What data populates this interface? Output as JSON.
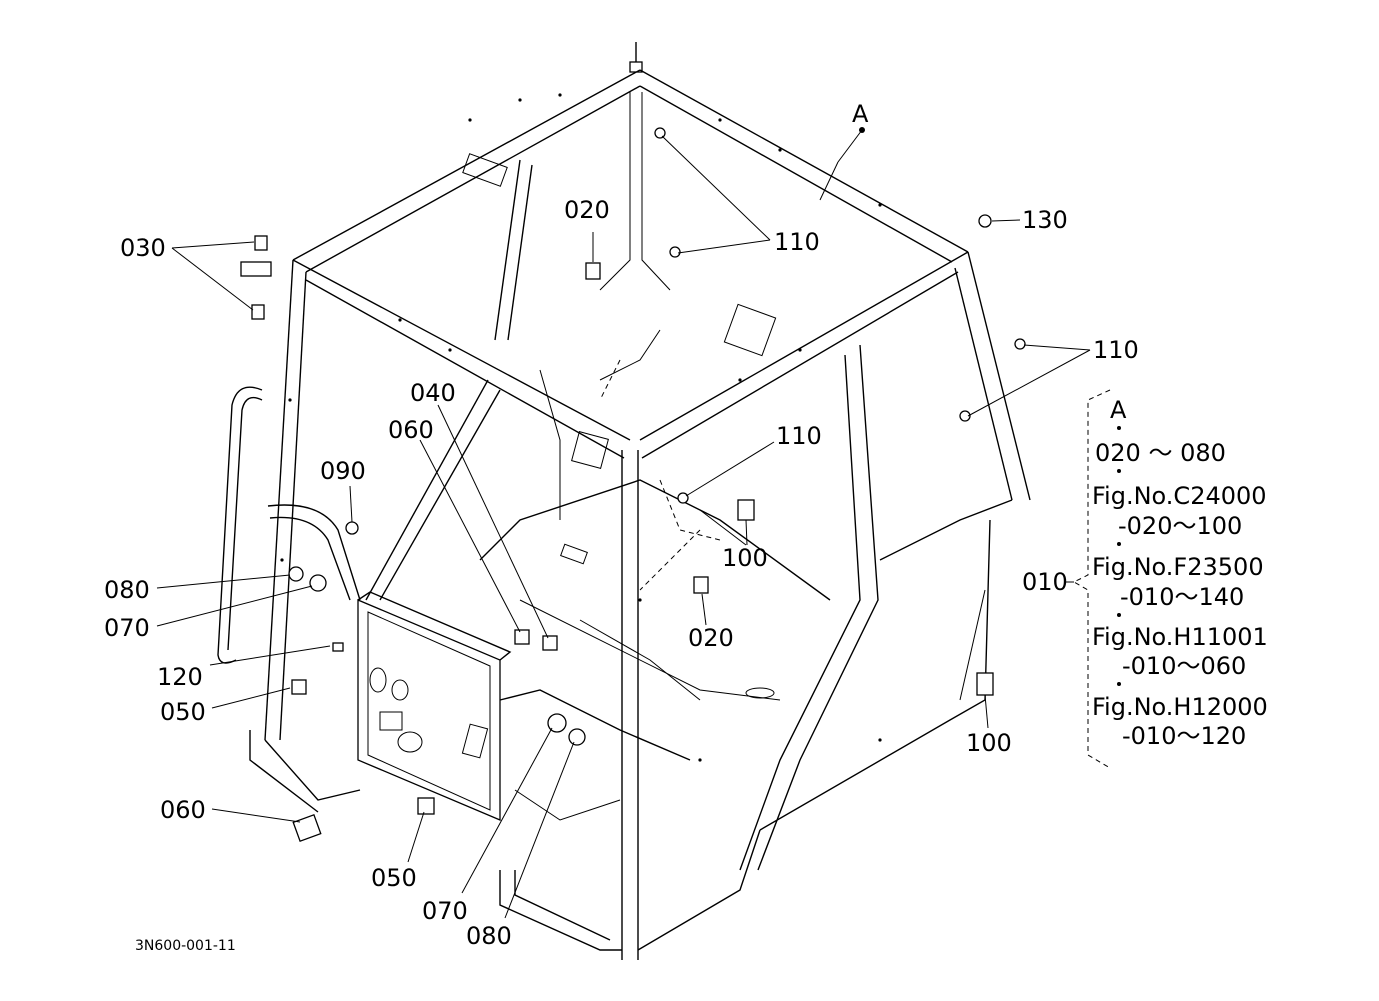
{
  "callouts": {
    "c030": "030",
    "c020_top": "020",
    "c110_top": "110",
    "c130": "130",
    "c110_right": "110",
    "c040": "040",
    "c060_mid": "060",
    "c090": "090",
    "c110_mid": "110",
    "c080_left": "080",
    "c070_left": "070",
    "c100_mid": "100",
    "c020_mid": "020",
    "c120": "120",
    "c050_left": "050",
    "c060_bottom": "060",
    "c050_bottom": "050",
    "c070_bottom": "070",
    "c080_bottom": "080",
    "c100_right": "100",
    "c010": "010",
    "cA": "A"
  },
  "reference_block": {
    "title": "A",
    "range": "020 〜 080",
    "refs": [
      {
        "fig": "Fig.No.C24000",
        "range": "-020〜100"
      },
      {
        "fig": "Fig.No.F23500",
        "range": "-010〜140"
      },
      {
        "fig": "Fig.No.H11001",
        "range": "-010〜060"
      },
      {
        "fig": "Fig.No.H12000",
        "range": "-010〜120"
      }
    ]
  },
  "drawing_code": "3N600-001-11"
}
